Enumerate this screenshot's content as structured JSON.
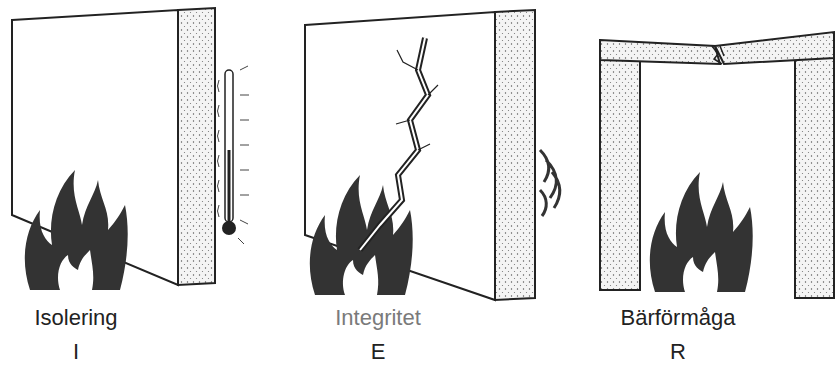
{
  "diagram": {
    "labels": [
      "Isolering",
      "I",
      "Integritet",
      "E",
      "Bärförmåga",
      "R"
    ]
  }
}
